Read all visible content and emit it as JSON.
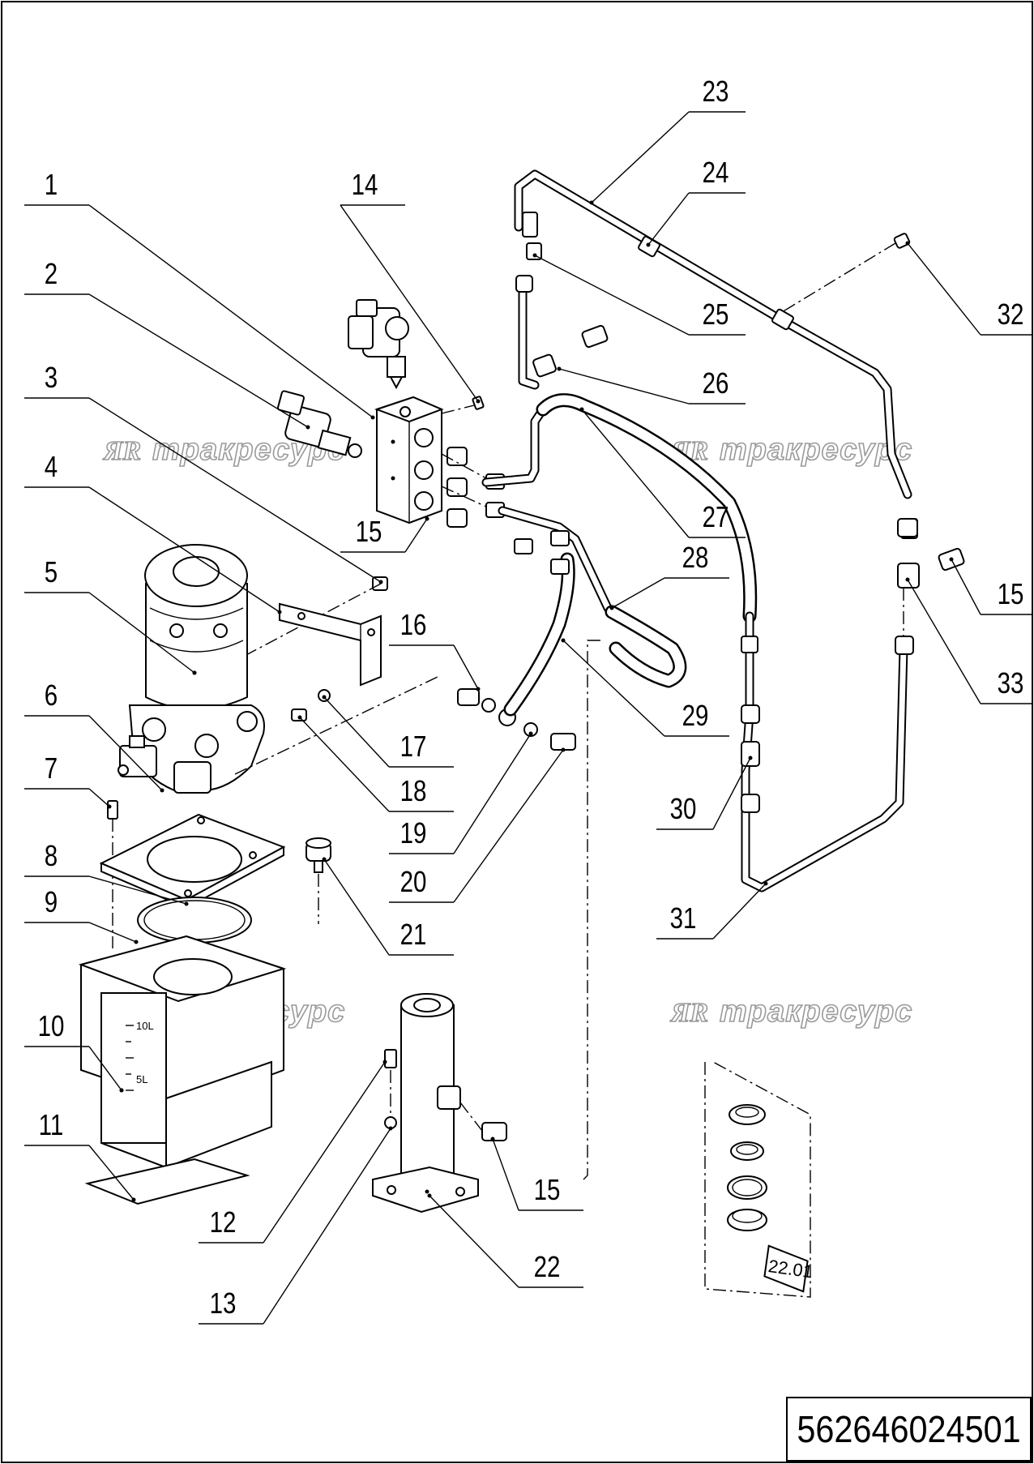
{
  "document_number": "562646024501",
  "watermark": {
    "logo": "ЯR",
    "text": "тракресурс"
  },
  "inset_label": "22.01",
  "tank_scale": {
    "upper": "10L",
    "lower": "5L"
  },
  "callouts": {
    "c1": "1",
    "c2": "2",
    "c3": "3",
    "c4": "4",
    "c5": "5",
    "c6": "6",
    "c7": "7",
    "c8": "8",
    "c9": "9",
    "c10": "10",
    "c11": "11",
    "c12": "12",
    "c13": "13",
    "c14": "14",
    "c15a": "15",
    "c15b": "15",
    "c15c": "15",
    "c16": "16",
    "c17": "17",
    "c18": "18",
    "c19": "19",
    "c20": "20",
    "c21": "21",
    "c22": "22",
    "c23": "23",
    "c24": "24",
    "c25": "25",
    "c26": "26",
    "c27": "27",
    "c28": "28",
    "c29": "29",
    "c30": "30",
    "c31": "31",
    "c32": "32",
    "c33": "33"
  }
}
